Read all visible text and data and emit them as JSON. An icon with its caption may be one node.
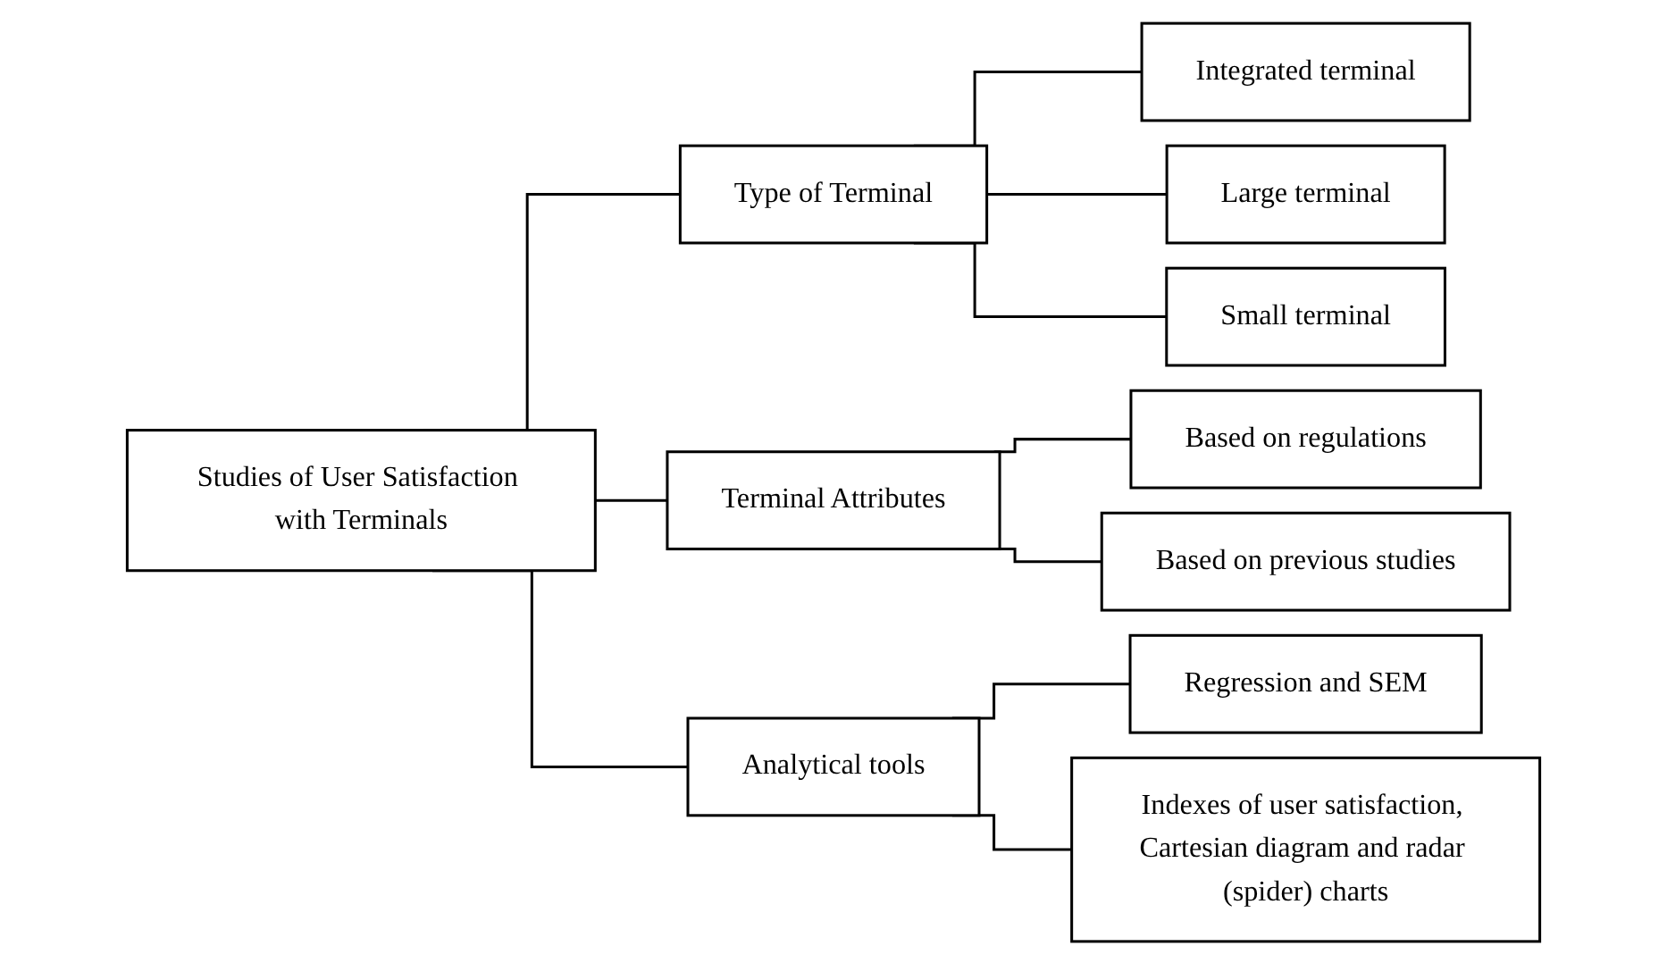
{
  "diagram": {
    "nodes": [
      {
        "text": [
          "Studies of User Satisfaction with Terminals"
        ]
      },
      {
        "text": [
          "Type of Terminal"
        ]
      },
      {
        "text": [
          "Integrated terminal"
        ]
      },
      {
        "text": [
          "Large terminal"
        ]
      },
      {
        "text": [
          "Small terminal"
        ]
      },
      {
        "text": [
          "Terminal Attributes"
        ]
      },
      {
        "text": [
          "Based on regulations"
        ]
      },
      {
        "text": [
          "Based on previous studies"
        ]
      },
      {
        "text": [
          "Analytical tools"
        ]
      },
      {
        "text": [
          "Regression and SEM"
        ]
      },
      {
        "text": [
          "Indexes of user satisfaction, Cartesian diagram and radar (spider) charts"
        ]
      }
    ],
    "edges": [
      {
        "from": 0,
        "to": 1,
        "arrow": "none"
      },
      {
        "from": 0,
        "to": 5,
        "arrow": "none"
      },
      {
        "from": 0,
        "to": 8,
        "arrow": "none"
      },
      {
        "from": 1,
        "to": 2,
        "arrow": "none"
      },
      {
        "from": 1,
        "to": 3,
        "arrow": "none"
      },
      {
        "from": 1,
        "to": 4,
        "arrow": "none"
      },
      {
        "from": 5,
        "to": 6,
        "arrow": "none"
      },
      {
        "from": 5,
        "to": 7,
        "arrow": "none"
      },
      {
        "from": 8,
        "to": 9,
        "arrow": "none"
      },
      {
        "from": 8,
        "to": 10,
        "arrow": "none"
      }
    ]
  }
}
